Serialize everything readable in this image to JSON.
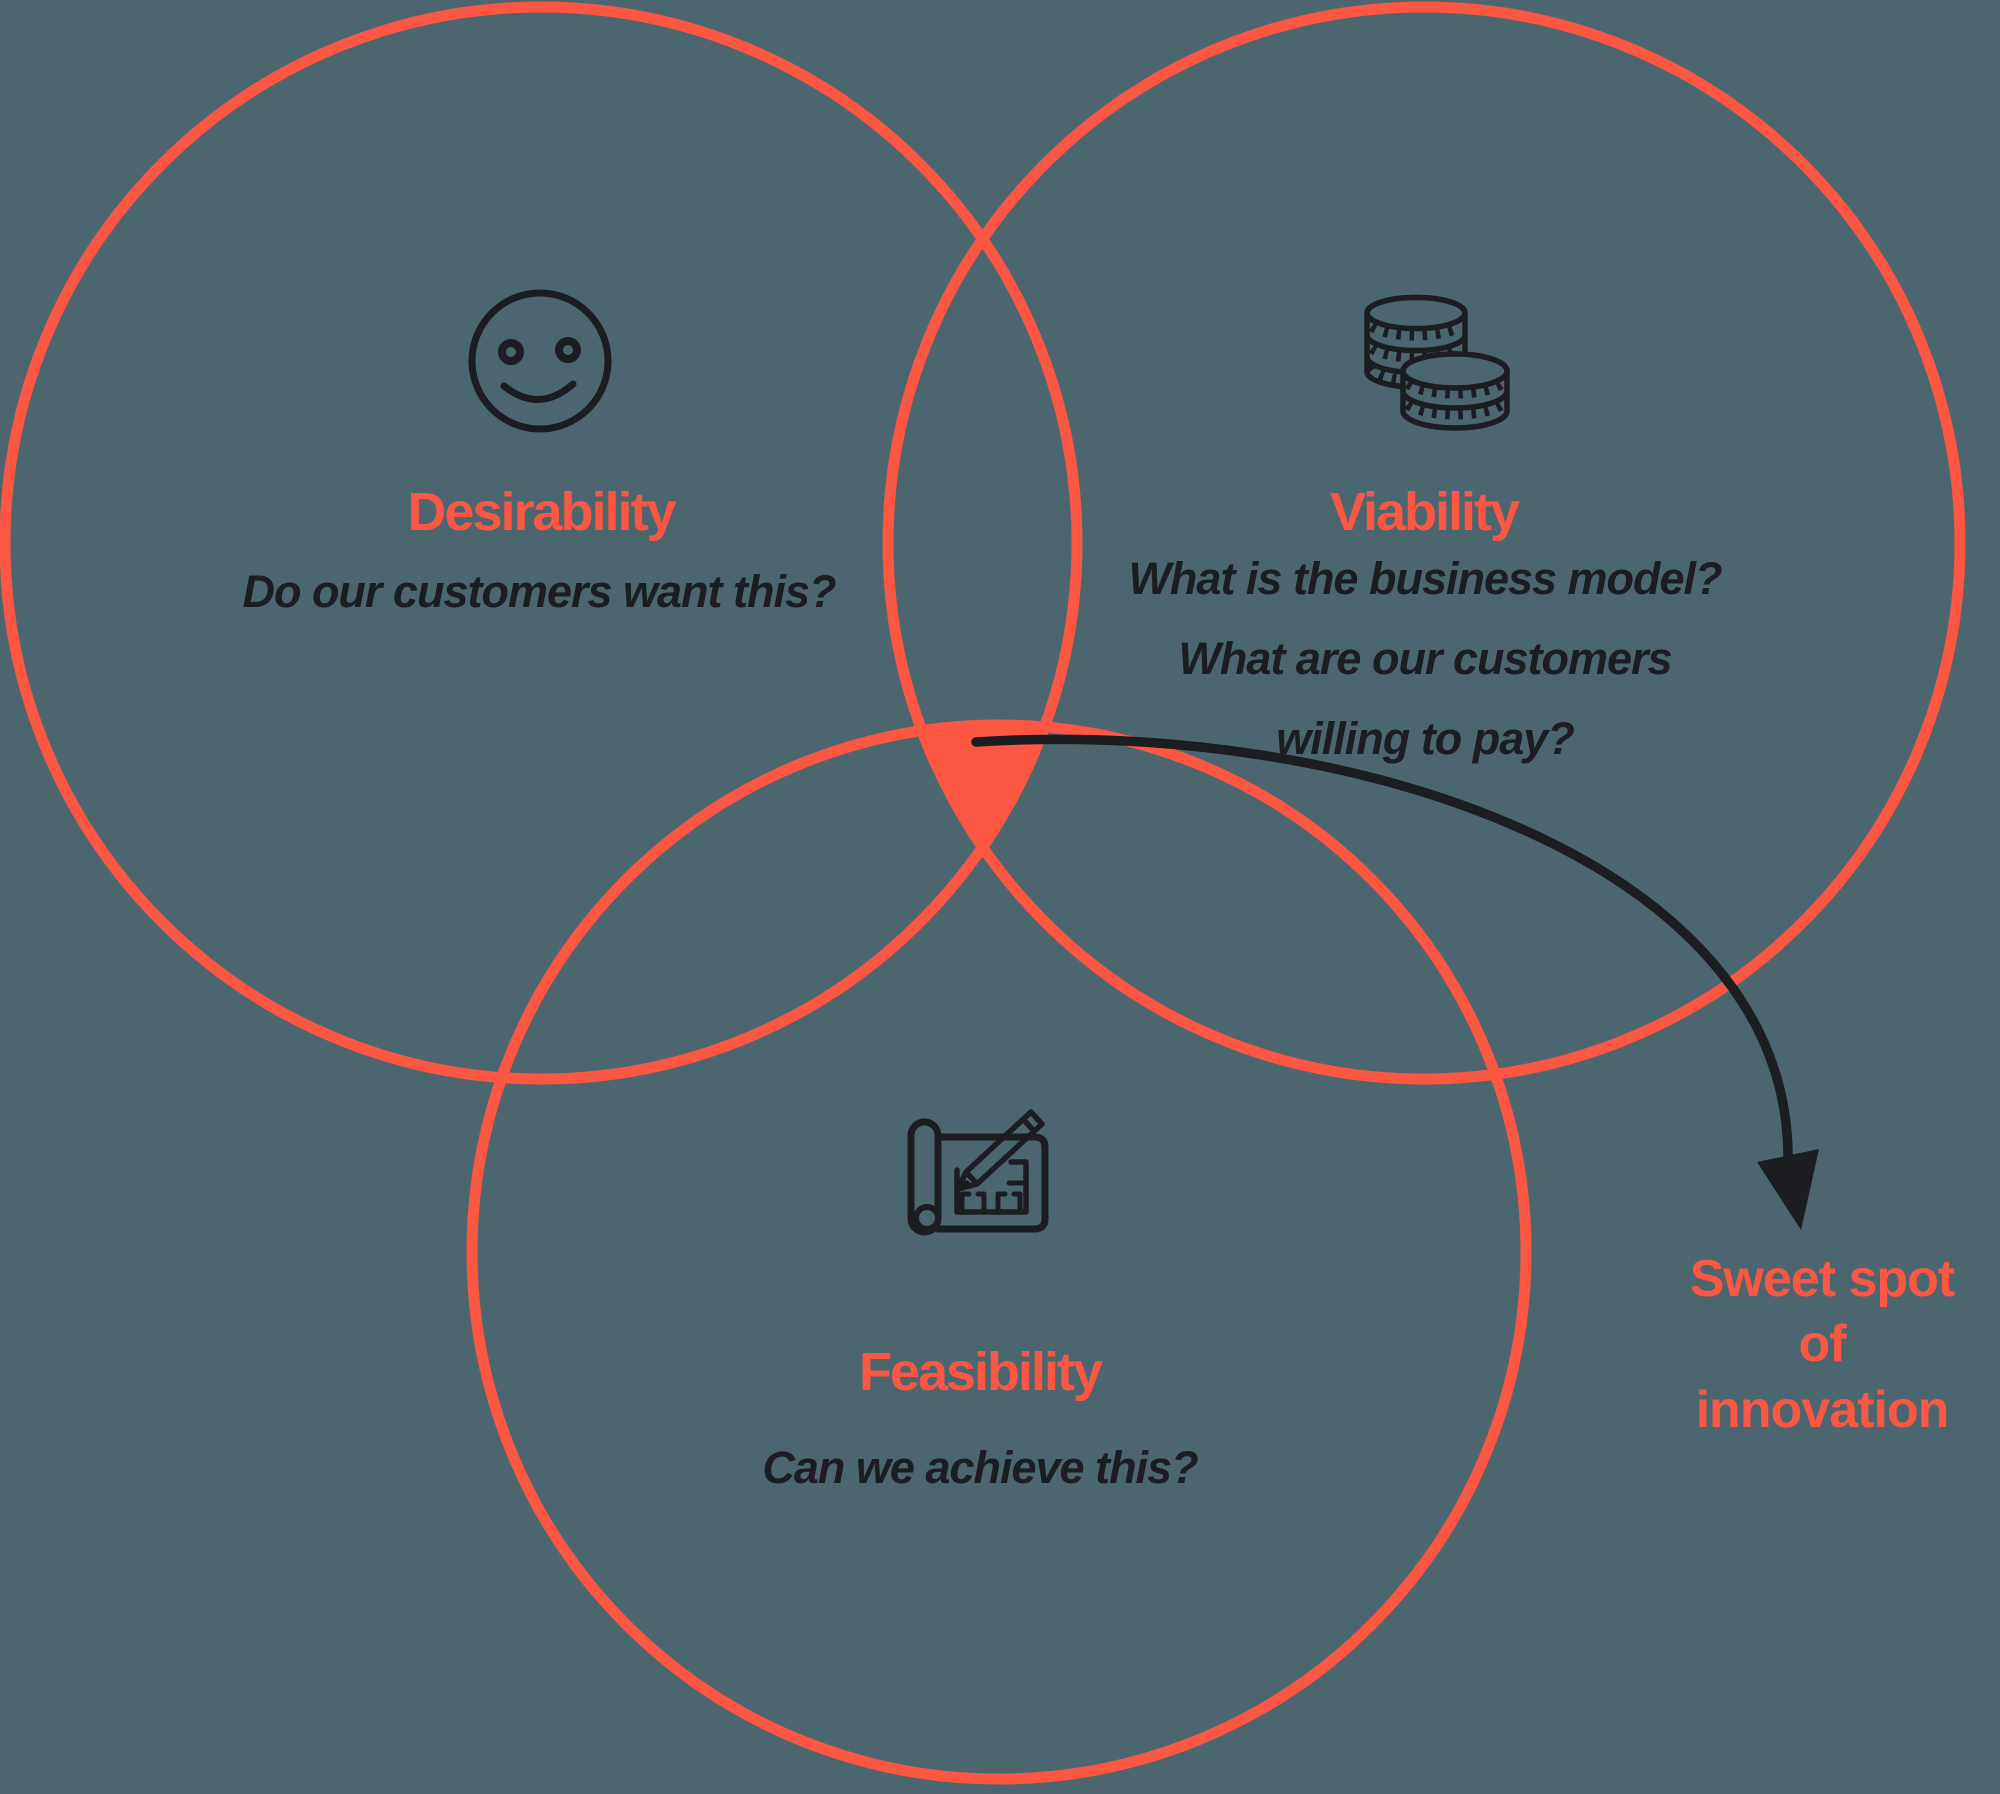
{
  "colors": {
    "background": "#4C6670",
    "accent": "#FB5743",
    "ink": "#1B1D20"
  },
  "diagram": {
    "type": "venn-3",
    "circles": [
      {
        "id": "desirability",
        "title": "Desirability",
        "subtitle": "Do our customers want this?",
        "icon": "smiley-face-icon"
      },
      {
        "id": "viability",
        "title": "Viability",
        "subtitle_lines": [
          "What is the business model?",
          "What are our customers",
          "willing to pay?"
        ],
        "icon": "coin-stack-icon"
      },
      {
        "id": "feasibility",
        "title": "Feasibility",
        "subtitle": "Can we achieve this?",
        "icon": "blueprint-pencil-icon"
      }
    ],
    "annotation": {
      "lines": [
        "Sweet spot",
        "of",
        "innovation"
      ],
      "points_to": "center-overlap"
    }
  }
}
